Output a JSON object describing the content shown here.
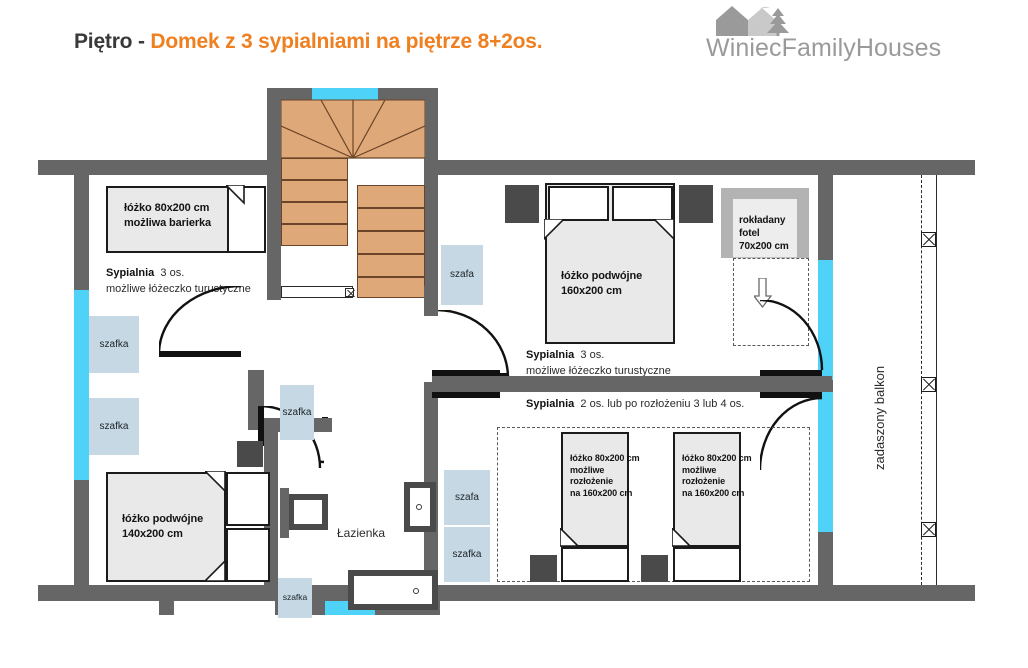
{
  "header": {
    "title_prefix": "Piętro",
    "title_dash": "-",
    "title_main": "Domek z 3 sypialniami na piętrze 8+2os.",
    "accent_color": "#ef7f1f",
    "dark_color": "#3a3a3a"
  },
  "logo": {
    "wordmark": "WiniecFamilyHouses",
    "color": "#9a9a9a"
  },
  "plan": {
    "wall_color": "#666666",
    "window_color": "#4fd2f7",
    "cabinet_color": "#c5d8e3",
    "stair_color": "#dfa878",
    "bed_fill": "#e9e9e9"
  },
  "rooms": {
    "bedroom_top_left": {
      "bed_label": "łóżko 80x200 cm\nmożliwa barierka",
      "bed_label_line1": "łóżko 80x200 cm",
      "bed_label_line2": "możliwa barierka",
      "name": "Sypialnia",
      "capacity": "3 os.",
      "note": "możliwe łóżeczko turustyczne"
    },
    "bedroom_bottom_left": {
      "bed_label_line1": "łóżko podwójne",
      "bed_label_line2": "140x200 cm"
    },
    "bedroom_top_right": {
      "bed_label_line1": "łóżko podwójne",
      "bed_label_line2": "160x200 cm",
      "armchair_line1": "rokładany",
      "armchair_line2": "fotel",
      "armchair_line3": "70x200 cm",
      "name": "Sypialnia",
      "capacity": "3 os.",
      "note": "możliwe łóżeczko turustyczne"
    },
    "bedroom_bottom_right": {
      "name": "Sypialnia",
      "capacity": "2 os. lub po rozłożeniu 3 lub 4 os.",
      "bed_left": {
        "line1": "łóżko 80x200 cm",
        "line2": "możliwe",
        "line3": "rozłożenie",
        "line4": "na 160x200 cm"
      },
      "bed_right": {
        "line1": "łóżko 80x200 cm",
        "line2": "możliwe",
        "line3": "rozłożenie",
        "line4": "na 160x200 cm"
      }
    },
    "bathroom": {
      "name": "Łazienka"
    },
    "balcony": {
      "name": "zadaszony balkon"
    }
  },
  "cabinets": {
    "left_upper": "szafka",
    "left_lower": "szafka",
    "stair_side": "szafa",
    "hall_upper": "szafka",
    "bath_lower": "szafka",
    "right_szafa": "szafa",
    "right_szafka": "szafka",
    "bottom_szafka": "szafka"
  }
}
